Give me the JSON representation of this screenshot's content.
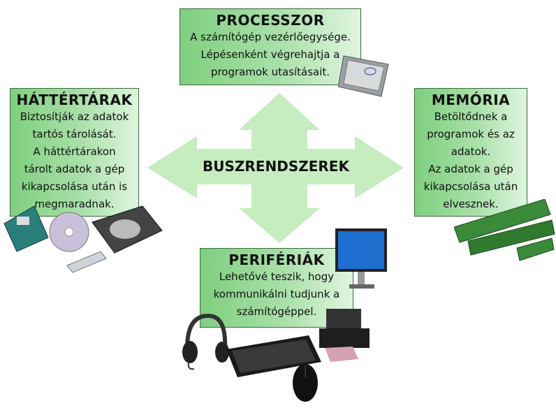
{
  "center": {
    "label": "BUSZRENDSZEREK"
  },
  "processor": {
    "title": "PROCESSZOR",
    "lines": [
      "A számítógép vezérlőegysége.",
      "Lépésenként végrehajtja a",
      "programok utasításait."
    ]
  },
  "storage": {
    "title": "HÁTTÉRTÁRAK",
    "lines": [
      "Biztosítják az adatok",
      "tartós tárolását.",
      "A háttértárakon",
      "tárolt adatok a  gép",
      "kikapcsolása után is",
      "megmaradnak."
    ]
  },
  "memory": {
    "title": "MEMÓRIA",
    "lines": [
      "Betöltődnek a",
      "programok és az",
      "adatok.",
      "Az  adatok a  gép",
      "kikapcsolása után",
      "elvesznek."
    ]
  },
  "peripherals": {
    "title": "PERIFÉRIÁK",
    "lines": [
      "Lehetővé teszik, hogy",
      "kommunikálni tudjunk a",
      "számítógéppel."
    ]
  },
  "colors": {
    "arrow": "#c6ecc0",
    "box_dark": "#7fcf7f",
    "box_light": "#dff5df"
  }
}
